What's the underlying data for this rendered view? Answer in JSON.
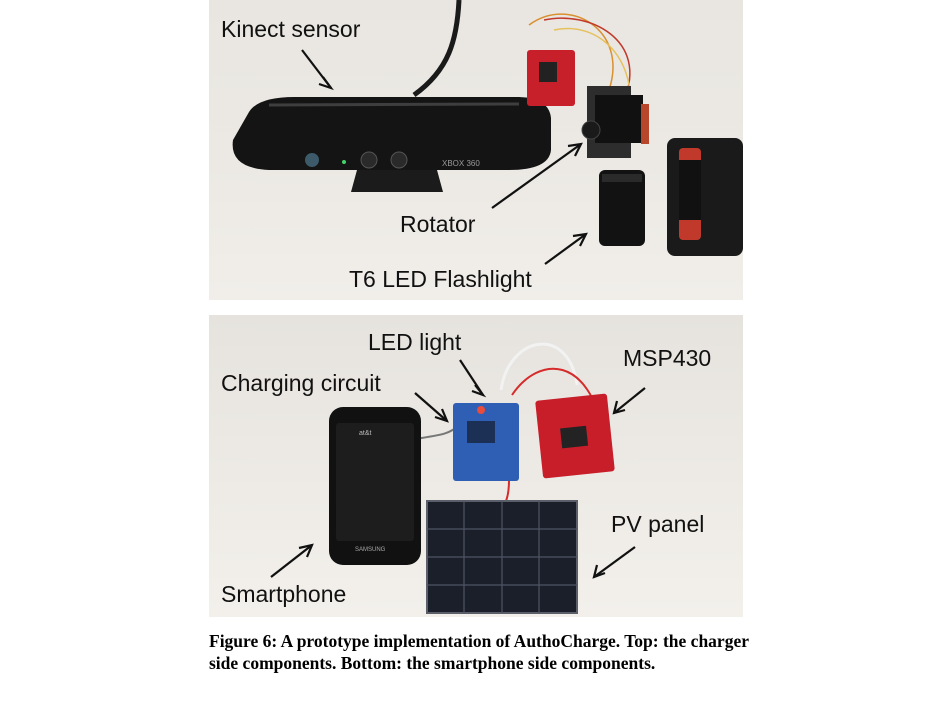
{
  "top_photo": {
    "labels": {
      "kinect": "Kinect sensor",
      "rotator": "Rotator",
      "flashlight": "T6 LED Flashlight"
    },
    "device_text": "XBOX 360"
  },
  "bottom_photo": {
    "labels": {
      "led": "LED light",
      "charging": "Charging circuit",
      "msp": "MSP430",
      "pv": "PV panel",
      "smartphone": "Smartphone"
    },
    "phone_brand": "SAMSUNG",
    "carrier": "at&t"
  },
  "caption": "Figure 6: A prototype implementation of AuthoCharge. Top: the charger side components. Bottom: the smartphone side components."
}
